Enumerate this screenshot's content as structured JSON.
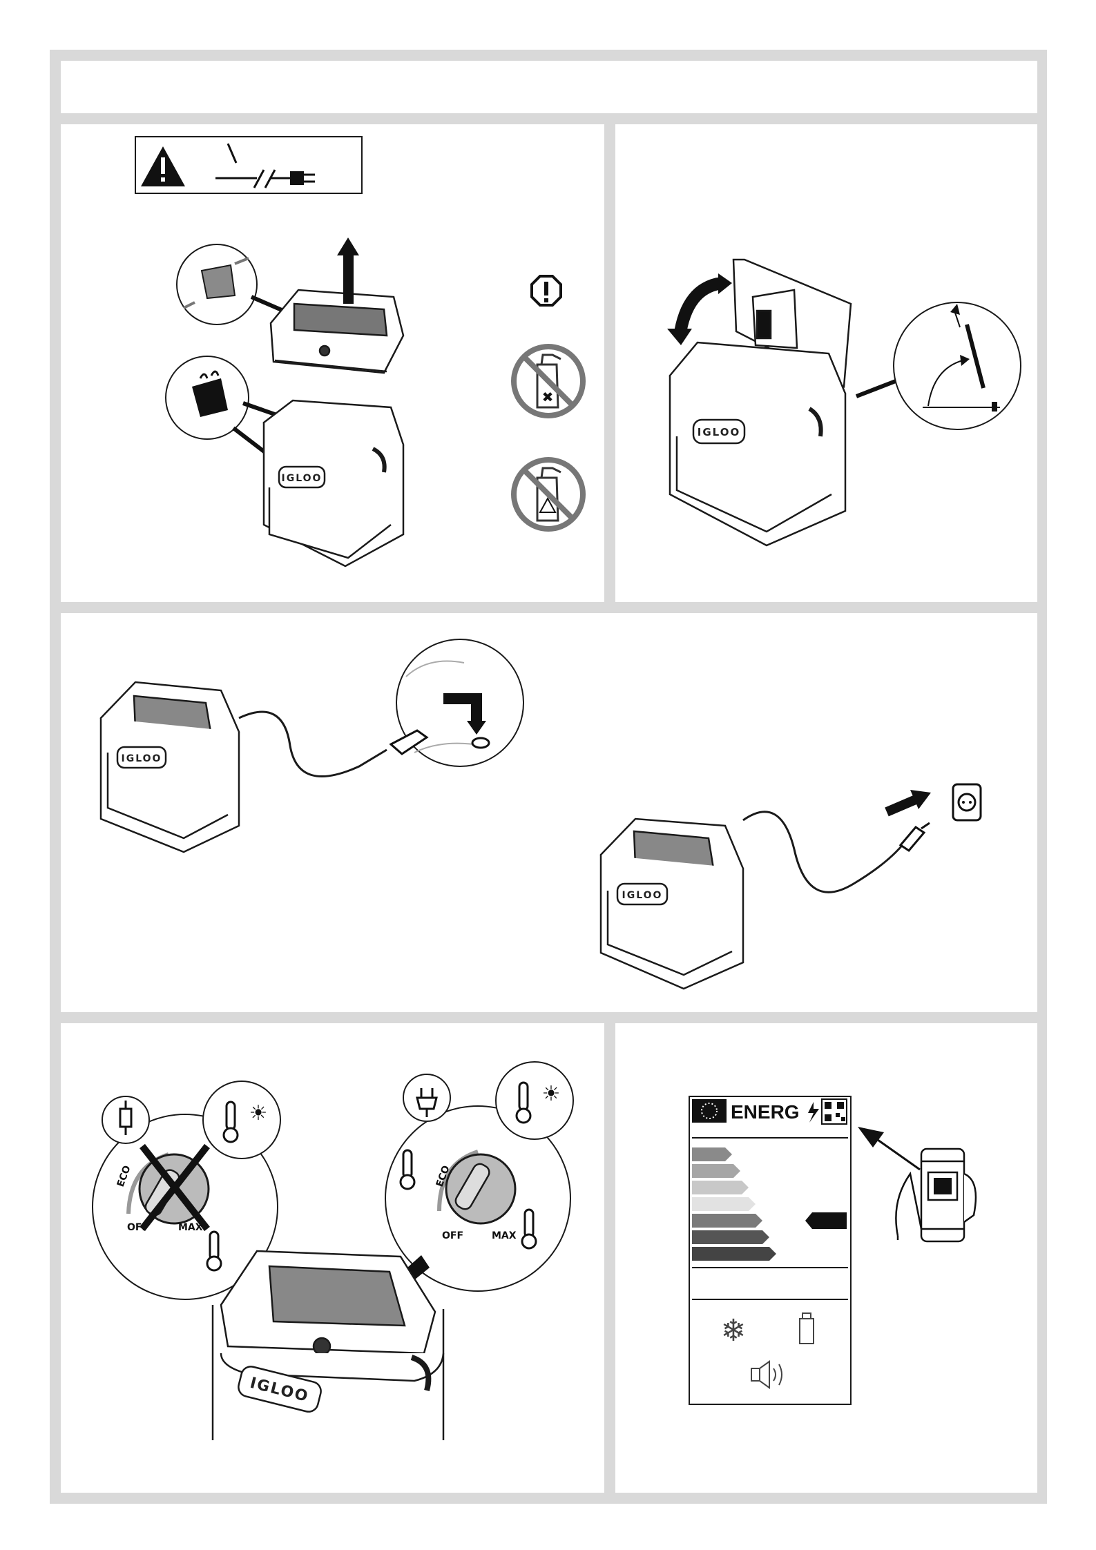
{
  "brand": {
    "logo_text": "IGLOO"
  },
  "panel_cleaning": {},
  "panel_lid": {},
  "panel_power": {},
  "panel_dial": {
    "left_dial": {
      "eco_label": "ECO",
      "off_label": "OFF",
      "max_label": "MAX"
    },
    "right_dial": {
      "eco_label": "ECO",
      "off_label": "OFF",
      "max_label": "MAX"
    }
  },
  "panel_energy": {
    "label_heading": "ENERG"
  },
  "colors": {
    "frame": "#d9d9d9",
    "line": "#1a1a1a",
    "shade": "#9a9a9a"
  }
}
